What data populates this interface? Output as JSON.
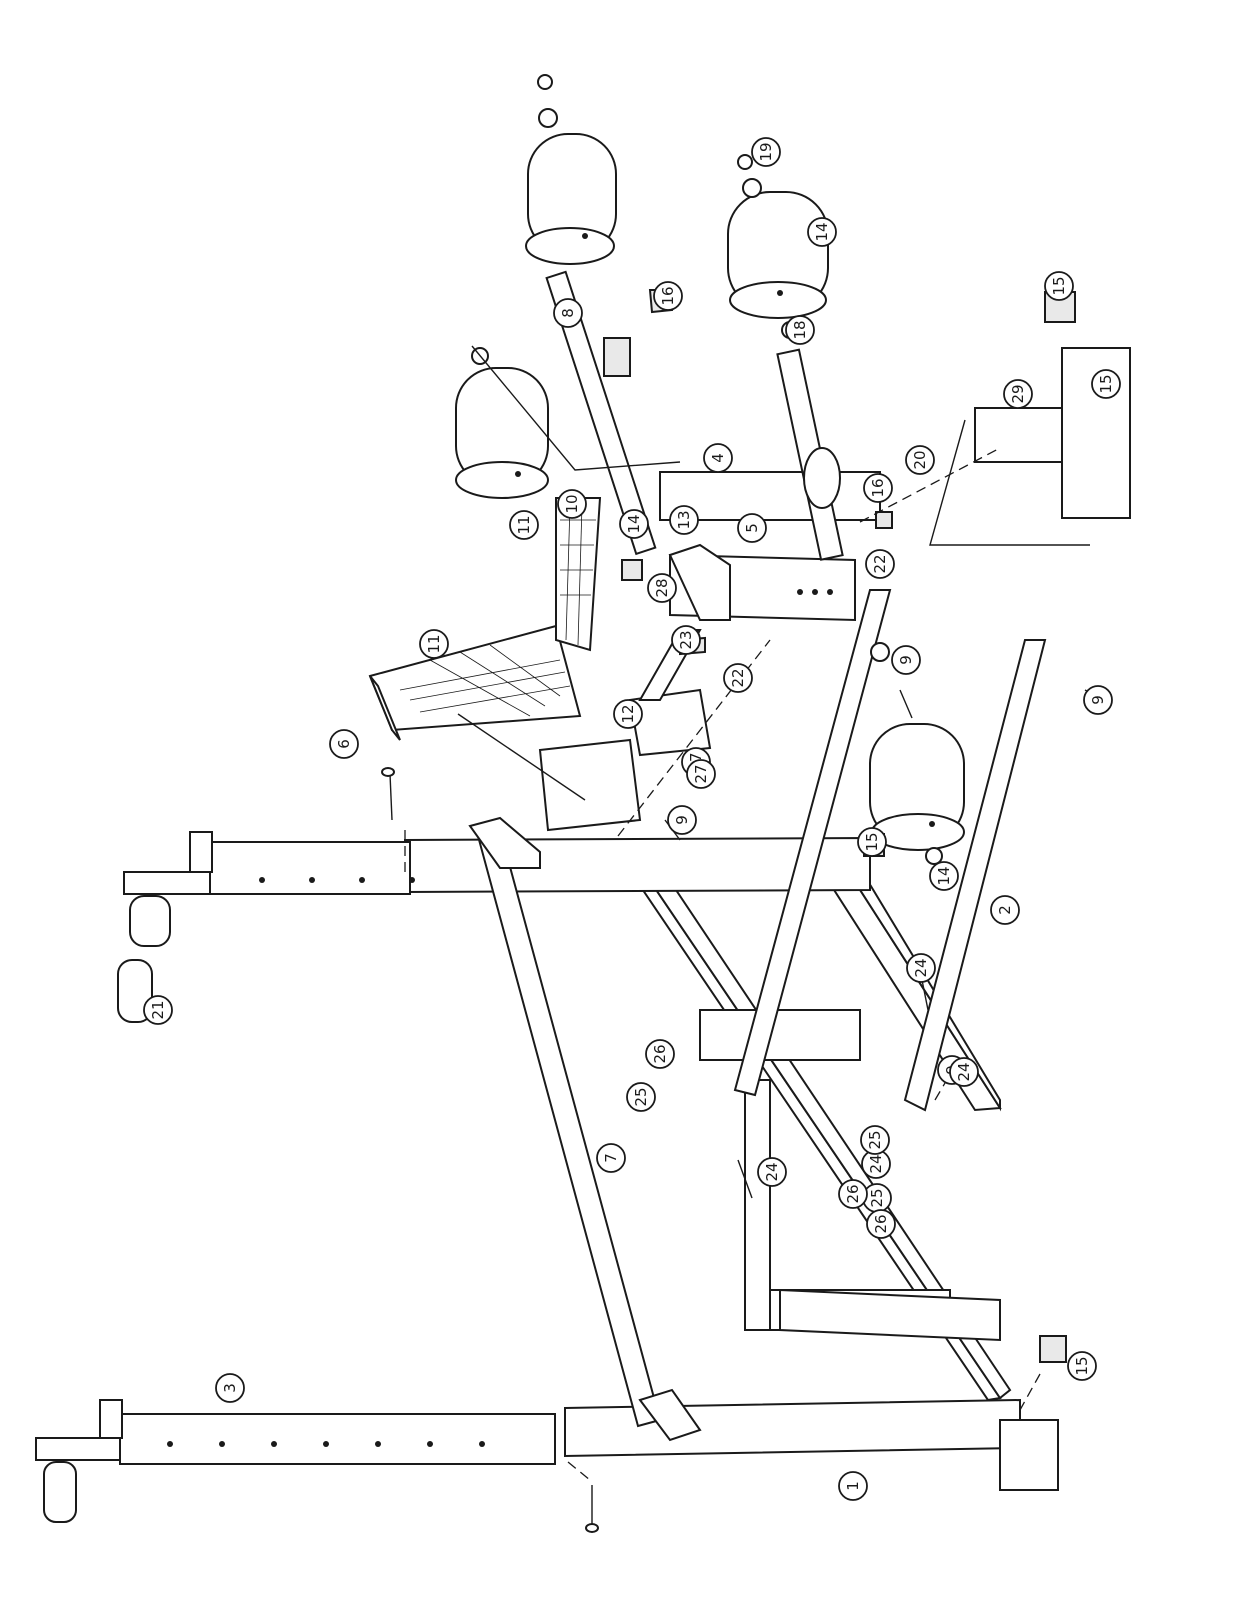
{
  "callouts": [
    "1",
    "2",
    "3",
    "4",
    "5",
    "6",
    "7",
    "8",
    "9",
    "9",
    "9",
    "9",
    "10",
    "11",
    "11",
    "12",
    "13",
    "14",
    "14",
    "14",
    "15",
    "15",
    "15",
    "15",
    "16",
    "16",
    "17",
    "18",
    "19",
    "20",
    "21",
    "22",
    "22",
    "23",
    "24",
    "24",
    "24",
    "24",
    "25",
    "25",
    "25",
    "26",
    "26",
    "26",
    "27",
    "28",
    "29"
  ],
  "colors": {
    "ink": "#1a1a1a",
    "paper": "#ffffff"
  }
}
